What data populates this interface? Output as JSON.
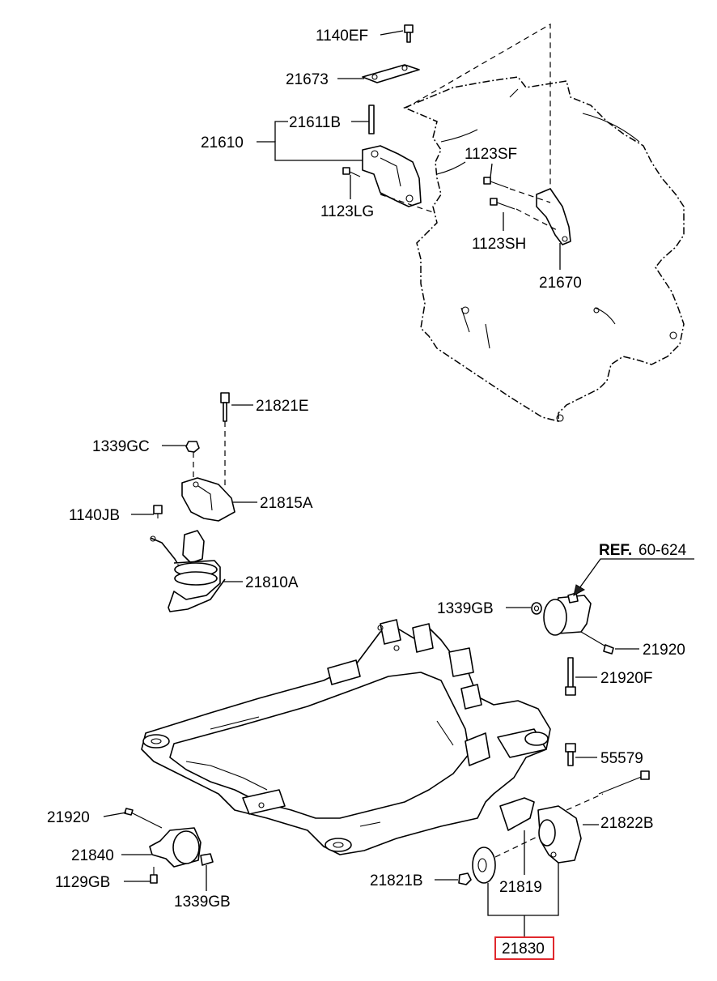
{
  "labels": {
    "l1140EF": "1140EF",
    "l21673": "21673",
    "l21611B": "21611B",
    "l21610": "21610",
    "l1123LG": "1123LG",
    "l1123SF": "1123SF",
    "l1123SH": "1123SH",
    "l21670": "21670",
    "l21821E": "21821E",
    "l1339GC": "1339GC",
    "l21815A": "21815A",
    "l1140JB": "1140JB",
    "l21810A": "21810A",
    "refBold": "REF.",
    "refNum": "60-624",
    "l1339GB_top": "1339GB",
    "l21920_right": "21920",
    "l21920F": "21920F",
    "l55579": "55579",
    "l21822B": "21822B",
    "l21920_left": "21920",
    "l21840": "21840",
    "l1129GB": "1129GB",
    "l1339GB_bottom": "1339GB",
    "l21821B": "21821B",
    "l21819": "21819",
    "l21830": "21830"
  },
  "colors": {
    "highlight_box": "#e0282d"
  }
}
